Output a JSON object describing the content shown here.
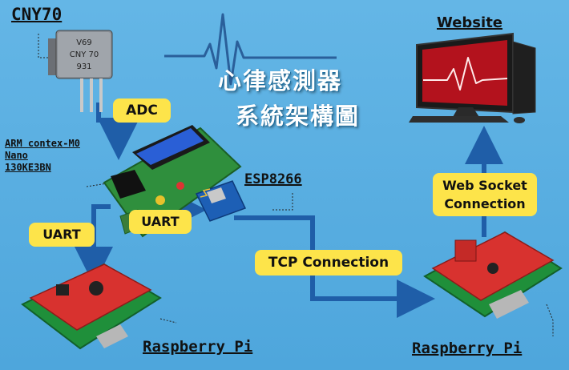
{
  "labels": {
    "cny70": "CNY70",
    "website": "Website",
    "esp8266": "ESP8266",
    "rpi_left": "Raspberry Pi",
    "rpi_right": "Raspberry Pi"
  },
  "title": {
    "line1": "心律感測器",
    "line2": "系統架構圖"
  },
  "arm_label": [
    "ARM contex-M0",
    "Nano",
    "130KE3BN"
  ],
  "sensor_text": [
    "V69",
    "CNY 70",
    "931"
  ],
  "connections": {
    "adc": "ADC",
    "uart_left": "UART",
    "uart_mid": "UART",
    "tcp": "TCP Connection",
    "websocket_line1": "Web Socket",
    "websocket_line2": "Connection"
  },
  "colors": {
    "background": "#5aaee0",
    "arrow": "#1f5ea8",
    "pill": "#fde44a",
    "title_text": "#ffffff"
  }
}
